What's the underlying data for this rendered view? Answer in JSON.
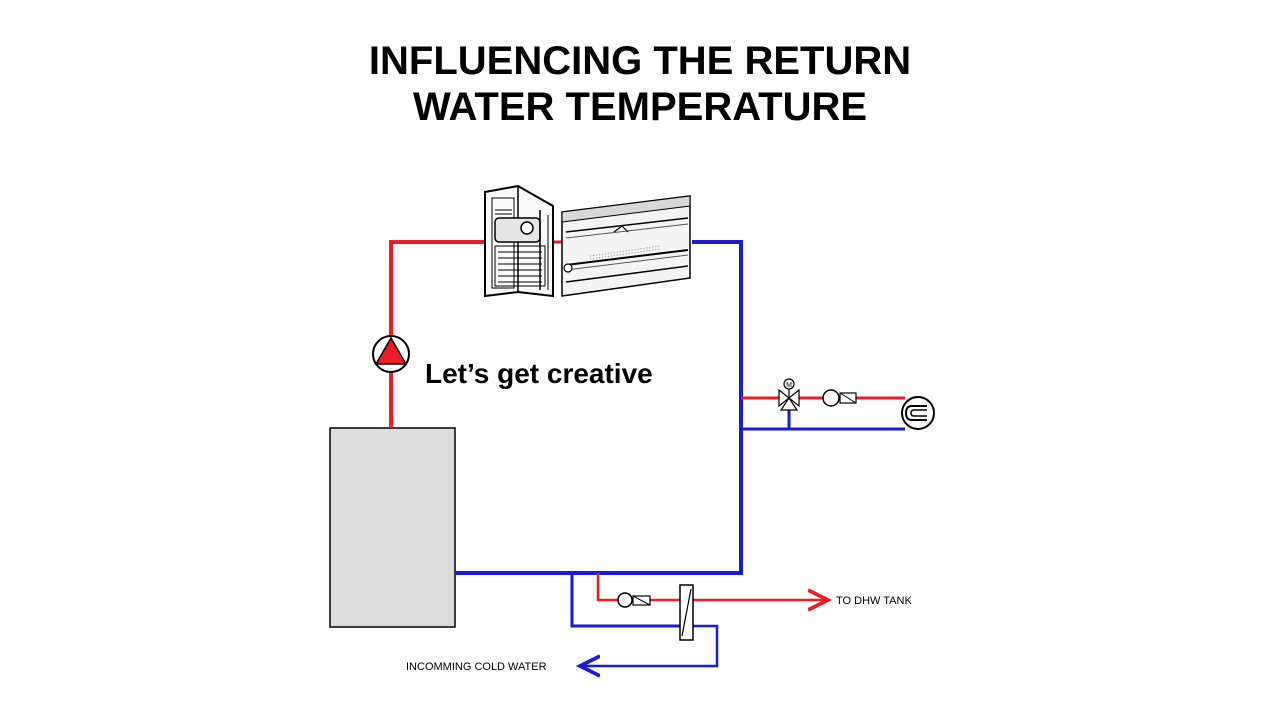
{
  "title": {
    "line1": "INFLUENCING THE RETURN",
    "line2": "WATER TEMPERATURE"
  },
  "callout": "Let’s get creative",
  "labels": {
    "dhw": "TO DHW TANK",
    "cold": "INCOMMING COLD WATER"
  },
  "colors": {
    "supply": "#ee1c25",
    "return": "#1a1adb",
    "boiler_fill": "#dcdcdc",
    "pump_fill": "#ee1c25"
  },
  "icons": {
    "pump": "circulator-pump-icon",
    "fan_coil": "fan-coil-icon",
    "baseboard": "baseboard-heater-icon",
    "zone_valve": "three-way-valve-icon",
    "check_valve": "check-valve-icon",
    "radiant_coil": "radiant-coil-icon",
    "heat_exchanger": "plate-heat-exchanger-icon"
  }
}
